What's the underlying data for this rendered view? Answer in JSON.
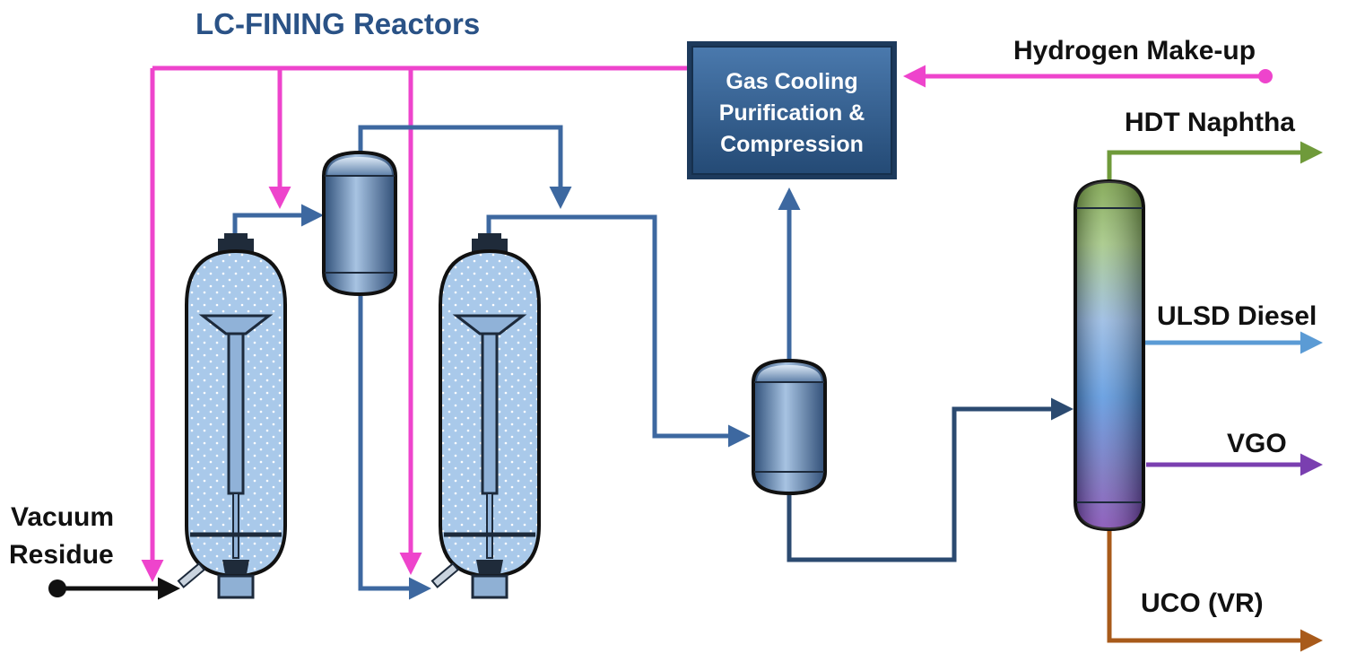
{
  "diagram": {
    "title": "LC-FINING Reactors",
    "box": {
      "line1": "Gas Cooling",
      "line2": "Purification &",
      "line3": "Compression"
    },
    "labels": {
      "hydrogen": "Hydrogen Make-up",
      "feed_line1": "Vacuum",
      "feed_line2": "Residue",
      "naphtha": "HDT Naphtha",
      "diesel": "ULSD Diesel",
      "vgo": "VGO",
      "uco": "UCO (VR)"
    },
    "colors": {
      "title": "#2a5286",
      "hydrogen_line": "#ee44cc",
      "process_line": "#3d68a0",
      "dark_line": "#2b4a70",
      "naphtha_line": "#6f9a3a",
      "diesel_line": "#5b9bd5",
      "vgo_line": "#7a3fb0",
      "uco_line": "#a85a1a",
      "box_fill": "#2f5b8c"
    }
  }
}
